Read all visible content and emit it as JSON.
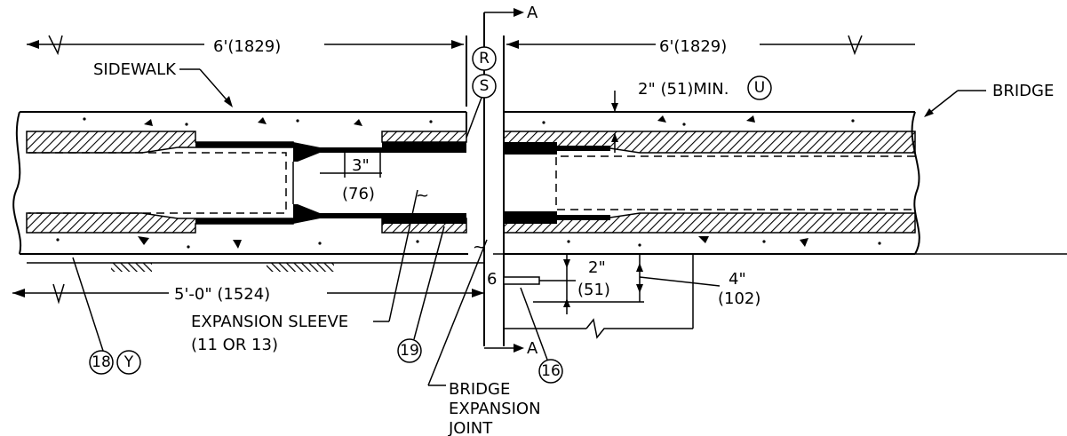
{
  "dimensions": {
    "left_length": "6'(1829)",
    "right_length": "6'(1829)",
    "sleeve_gap": "3\"",
    "sleeve_gap_metric": "(76)",
    "min_cover": "2\" (51)MIN.",
    "cover_ref": "U",
    "spacing": "5'-0\" (1524)",
    "block_inner": "2\"",
    "block_inner_metric": "(51)",
    "block_outer": "4\"",
    "block_outer_metric": "(102)"
  },
  "labels": {
    "sidewalk": "SIDEWALK",
    "bridge": "BRIDGE",
    "expansion_sleeve": "EXPANSION SLEEVE",
    "expansion_sleeve_ref": "(11 OR 13)",
    "bridge_expansion_joint_1": "BRIDGE",
    "bridge_expansion_joint_2": "EXPANSION",
    "bridge_expansion_joint_3": "JOINT",
    "section_top": "A",
    "section_bottom": "A"
  },
  "callouts": {
    "r": "R",
    "s": "S",
    "u": "U",
    "n18": "18",
    "y": "Y",
    "n19": "19",
    "n16": "16"
  }
}
